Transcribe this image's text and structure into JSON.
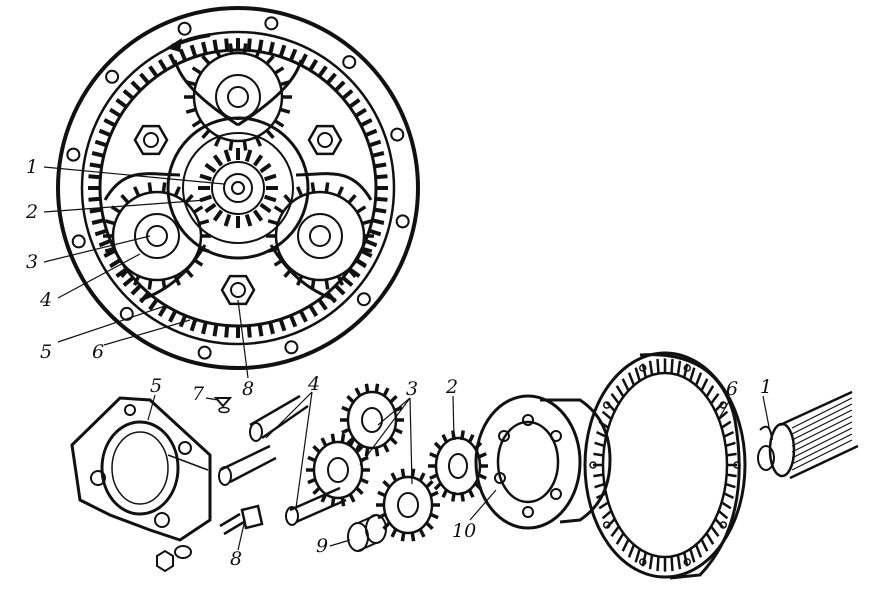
{
  "labels": {
    "top_1": "1",
    "top_2": "2",
    "top_3": "3",
    "top_4": "4",
    "top_5": "5",
    "top_6": "6",
    "top_8": "8",
    "exp_1": "1",
    "exp_2": "2",
    "exp_3": "3",
    "exp_4": "4",
    "exp_5": "5",
    "exp_6": "6",
    "exp_7": "7",
    "exp_8": "8",
    "exp_9": "9",
    "exp_10": "10"
  }
}
